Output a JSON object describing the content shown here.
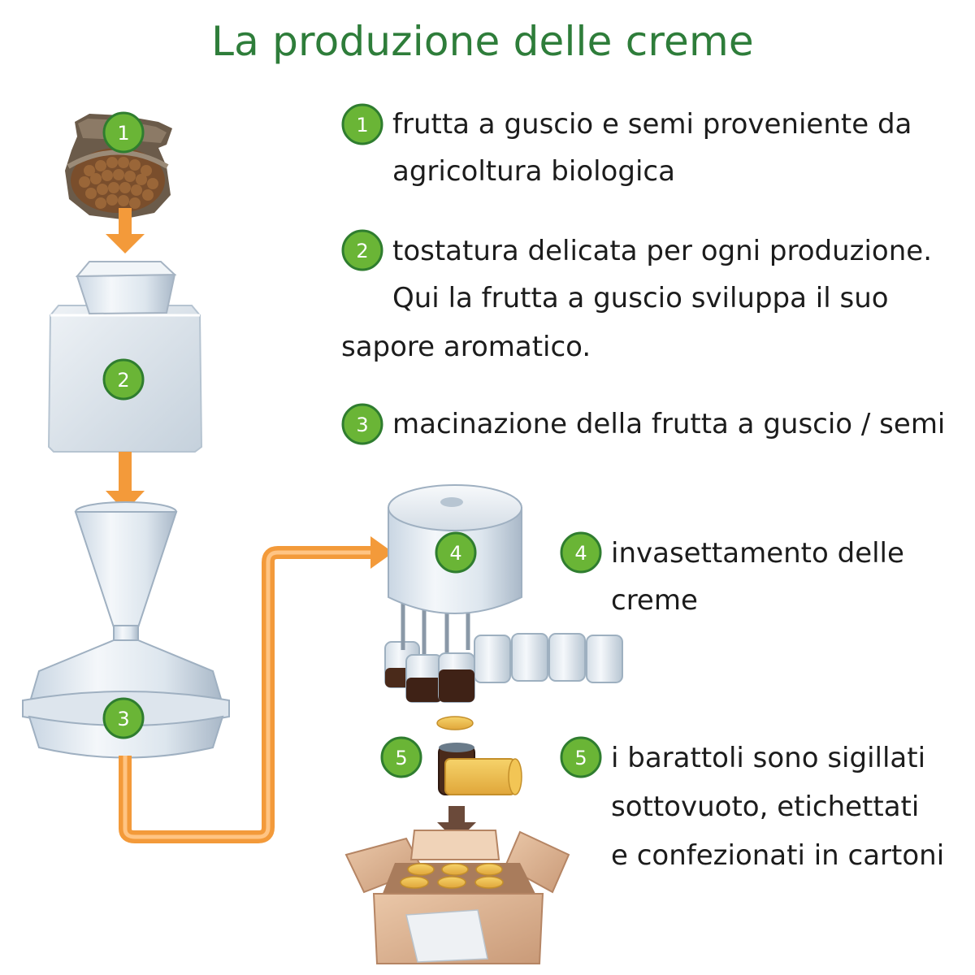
{
  "title": "La produzione delle creme",
  "colors": {
    "title_green": "#2e7d3a",
    "badge_fill": "#6ab536",
    "badge_ring": "#2f7d2f",
    "arrow_orange": "#f39a3a",
    "text": "#1c1c1c"
  },
  "badges": {
    "b1": "1",
    "b2": "2",
    "b3": "3",
    "b4": "4",
    "b5": "5"
  },
  "steps": [
    {
      "number": "1",
      "lines": [
        "frutta a guscio e semi proveniente da",
        "agricoltura biologica"
      ]
    },
    {
      "number": "2",
      "lines": [
        "tostatura delicata per ogni produzione.",
        "Qui la frutta a guscio sviluppa il suo",
        "sapore aromatico."
      ]
    },
    {
      "number": "3",
      "lines": [
        "macinazione della frutta a guscio / semi"
      ]
    },
    {
      "number": "4",
      "lines": [
        "invasettamento delle",
        "creme"
      ]
    },
    {
      "number": "5",
      "lines": [
        "i barattoli sono sigillati",
        "sottovuoto, etichettati",
        "e confezionati in cartoni"
      ]
    }
  ]
}
